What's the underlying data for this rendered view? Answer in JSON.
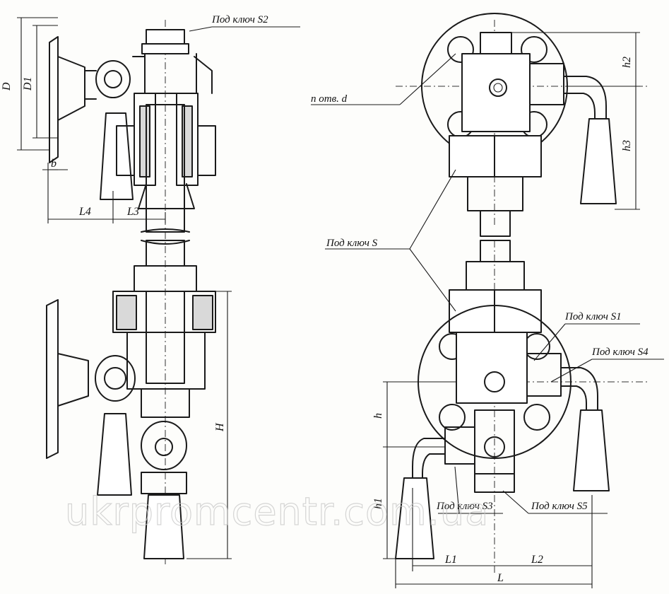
{
  "callouts": {
    "key_s2": "Под ключ S2",
    "holes": "n отв. d",
    "key_s": "Под ключ S",
    "key_s1": "Под ключ S1",
    "key_s4": "Под ключ S4",
    "key_s3": "Под ключ S3",
    "key_s5": "Под ключ S5"
  },
  "dimensions": {
    "D": "D",
    "D1": "D1",
    "b": "b",
    "L4": "L4",
    "L3": "L3",
    "H": "H",
    "h2": "h2",
    "h3": "h3",
    "h": "h",
    "h1": "h1",
    "L1": "L1",
    "L2": "L2",
    "L": "L"
  },
  "watermark": "ukrpromcentr.com.ua"
}
